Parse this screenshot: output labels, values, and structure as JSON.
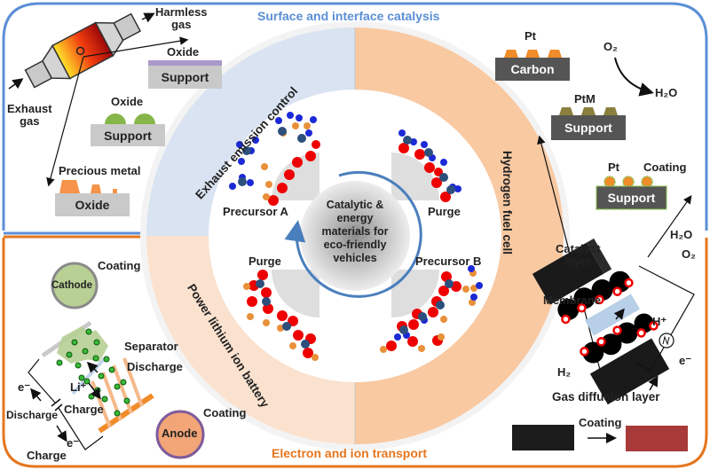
{
  "frame": {
    "top_title": "Surface and interface catalysis",
    "bottom_title": "Electron and ion transport",
    "top_color": "#5b8fd6",
    "bottom_color": "#e5761e"
  },
  "center": {
    "title": "Catalytic & energy materials for eco-friendly vehicles",
    "lines": [
      "Catalytic &",
      "energy",
      "materials for",
      "eco-friendly",
      "vehicles"
    ],
    "steps": [
      "Precursor A",
      "Purge",
      "Precursor B",
      "Purge"
    ]
  },
  "ring": {
    "exhaust": "Exhaust emission control",
    "hydrogen": "Hydrogen fuel cell",
    "battery": "Power lithium ion battery"
  },
  "exhaust_panel": {
    "exhaust_gas": [
      "Exhaust",
      "gas"
    ],
    "harmless_gas": [
      "Harmless",
      "gas"
    ],
    "oxide_film": {
      "top": "Oxide",
      "base": "Support"
    },
    "oxide_particles": {
      "top": "Oxide",
      "base": "Support"
    },
    "precious_metal": {
      "top": "Precious metal",
      "base": "Oxide"
    }
  },
  "fuelcell_panel": {
    "pt_carbon": {
      "top": "Pt",
      "base": "Carbon"
    },
    "ptm_support": {
      "top": "PtM",
      "base": "Support"
    },
    "pt_coating": {
      "top": "Pt",
      "coating": "Coating",
      "base": "Support"
    },
    "reaction": {
      "from": "O₂",
      "to": "H₂O"
    },
    "catalyst_layer": [
      "Catalyst",
      "layer"
    ],
    "membrane": "Membrane",
    "h_plus": "H⁺",
    "h2o": "H₂O",
    "o2": "O₂",
    "h2": "H₂",
    "e_minus": "e⁻",
    "gdl": "Gas diffusion layer",
    "coating": "Coating"
  },
  "battery_panel": {
    "cathode": "Cathode",
    "cathode_coating": "Coating",
    "anode": "Anode",
    "anode_coating": "Coating",
    "separator": "Separator",
    "discharge": "Discharge",
    "charge": "Charge",
    "li_plus": "Li⁺",
    "e_minus": "e⁻",
    "left_discharge": "Discharge",
    "left_charge": "Charge"
  }
}
